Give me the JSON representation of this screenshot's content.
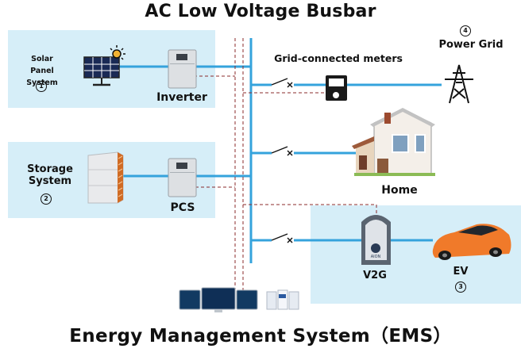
{
  "title_top": "AC Low Voltage Busbar",
  "title_bottom": "Energy Management System（EMS）",
  "solar": {
    "label_line1": "Solar",
    "label_line2": "Panel System",
    "num": "1"
  },
  "inverter": {
    "label": "Inverter"
  },
  "storage": {
    "label_line1": "Storage",
    "label_line2": "System",
    "num": "2"
  },
  "pcs": {
    "label": "PCS"
  },
  "meters": {
    "label": "Grid-connected meters"
  },
  "grid": {
    "label": "Power Grid",
    "num": "4"
  },
  "home": {
    "label": "Home"
  },
  "v2g": {
    "label": "V2G",
    "charger_text": "AION"
  },
  "ev": {
    "label": "EV",
    "num": "3"
  },
  "colors": {
    "bus": "#35a3dc",
    "panel": "#d6eef8",
    "dashed": "#8b2b2b",
    "car": "#f07a2a"
  }
}
